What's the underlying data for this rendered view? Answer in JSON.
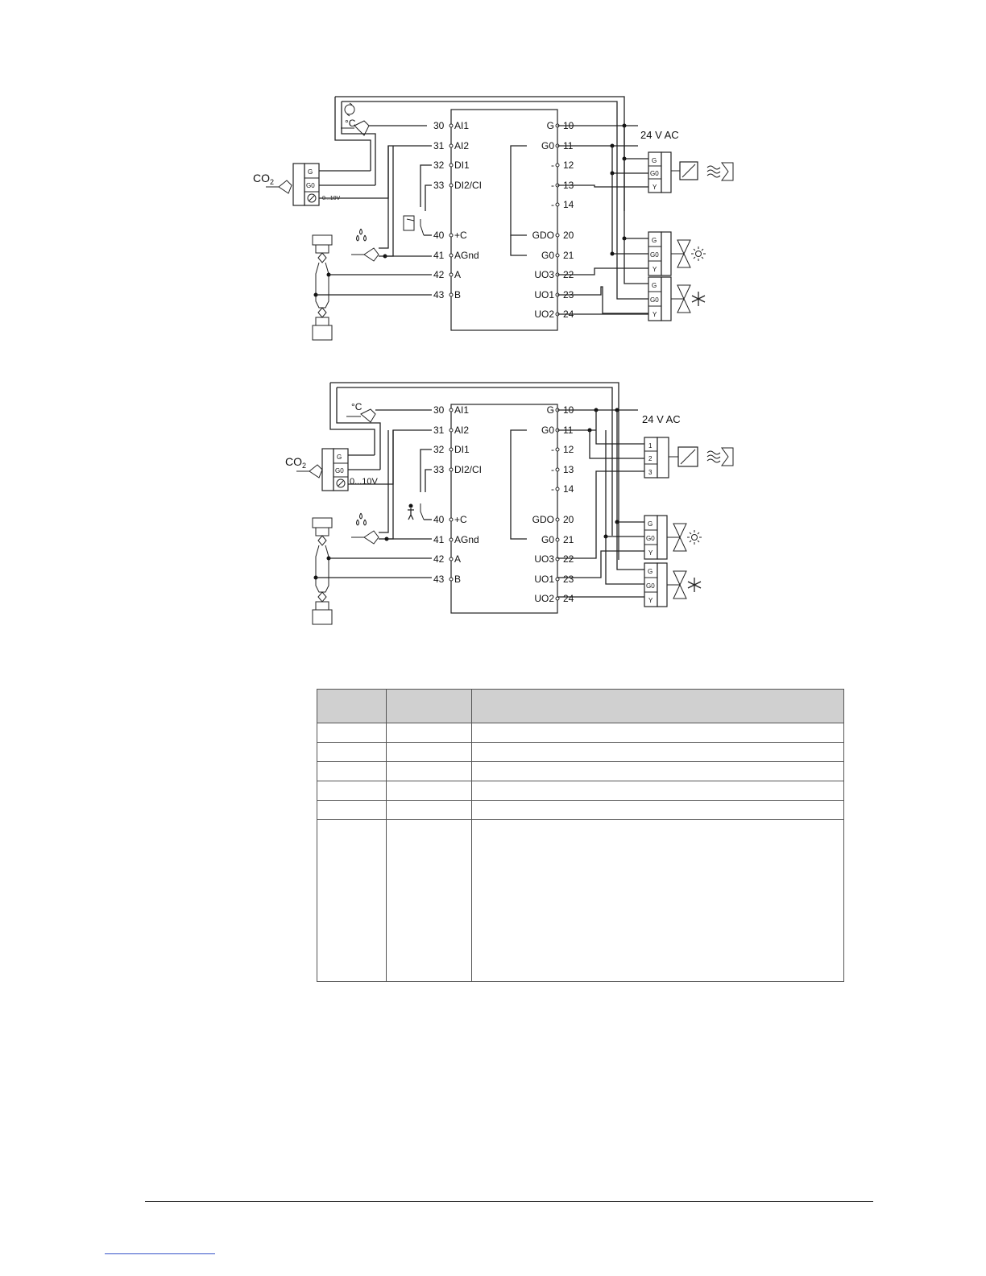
{
  "diagram1": {
    "supply_label": "24 V AC",
    "left_terminals": [
      {
        "num": "30",
        "label": "AI1"
      },
      {
        "num": "31",
        "label": "AI2"
      },
      {
        "num": "32",
        "label": "DI1"
      },
      {
        "num": "33",
        "label": "DI2/CI"
      },
      {
        "num": "40",
        "label": "+C"
      },
      {
        "num": "41",
        "label": "AGnd"
      },
      {
        "num": "42",
        "label": "A"
      },
      {
        "num": "43",
        "label": "B"
      }
    ],
    "right_terminals": [
      {
        "num": "10",
        "label": "G"
      },
      {
        "num": "11",
        "label": "G0"
      },
      {
        "num": "12",
        "label": "-"
      },
      {
        "num": "13",
        "label": "-"
      },
      {
        "num": "14",
        "label": "-"
      },
      {
        "num": "20",
        "label": "GDO"
      },
      {
        "num": "21",
        "label": "G0"
      },
      {
        "num": "22",
        "label": "UO3"
      },
      {
        "num": "23",
        "label": "UO1"
      },
      {
        "num": "24",
        "label": "UO2"
      }
    ],
    "co2_label": "CO",
    "co2_sub": "2",
    "co2_pins": [
      "G",
      "G0"
    ],
    "co2_range": "0...10V",
    "temp_label": "°C",
    "damper_pins": [
      "G",
      "G0",
      "Y"
    ],
    "heat_valve_pins": [
      "G",
      "G0",
      "Y"
    ],
    "cool_valve_pins": [
      "G",
      "G0",
      "Y"
    ]
  },
  "diagram2": {
    "supply_label": "24 V AC",
    "left_terminals": [
      {
        "num": "30",
        "label": "AI1"
      },
      {
        "num": "31",
        "label": "AI2"
      },
      {
        "num": "32",
        "label": "DI1"
      },
      {
        "num": "33",
        "label": "DI2/CI"
      },
      {
        "num": "40",
        "label": "+C"
      },
      {
        "num": "41",
        "label": "AGnd"
      },
      {
        "num": "42",
        "label": "A"
      },
      {
        "num": "43",
        "label": "B"
      }
    ],
    "right_terminals": [
      {
        "num": "10",
        "label": "G"
      },
      {
        "num": "11",
        "label": "G0"
      },
      {
        "num": "12",
        "label": "-"
      },
      {
        "num": "13",
        "label": "-"
      },
      {
        "num": "14",
        "label": "-"
      },
      {
        "num": "20",
        "label": "GDO"
      },
      {
        "num": "21",
        "label": "G0"
      },
      {
        "num": "22",
        "label": "UO3"
      },
      {
        "num": "23",
        "label": "UO1"
      },
      {
        "num": "24",
        "label": "UO2"
      }
    ],
    "co2_label": "CO",
    "co2_sub": "2",
    "co2_pins": [
      "G",
      "G0"
    ],
    "co2_range": "0...10V",
    "temp_label": "°C",
    "damper_pins": [
      "1",
      "2",
      "3"
    ],
    "heat_valve_pins": [
      "G",
      "G0",
      "Y"
    ],
    "cool_valve_pins": [
      "G",
      "G0",
      "Y"
    ]
  },
  "table": {
    "headers": [
      "",
      "",
      ""
    ],
    "rows": [
      [
        "",
        "",
        ""
      ],
      [
        "",
        "",
        ""
      ],
      [
        "",
        "",
        ""
      ],
      [
        "",
        "",
        ""
      ],
      [
        "",
        "",
        ""
      ],
      [
        "",
        "",
        ""
      ]
    ]
  }
}
